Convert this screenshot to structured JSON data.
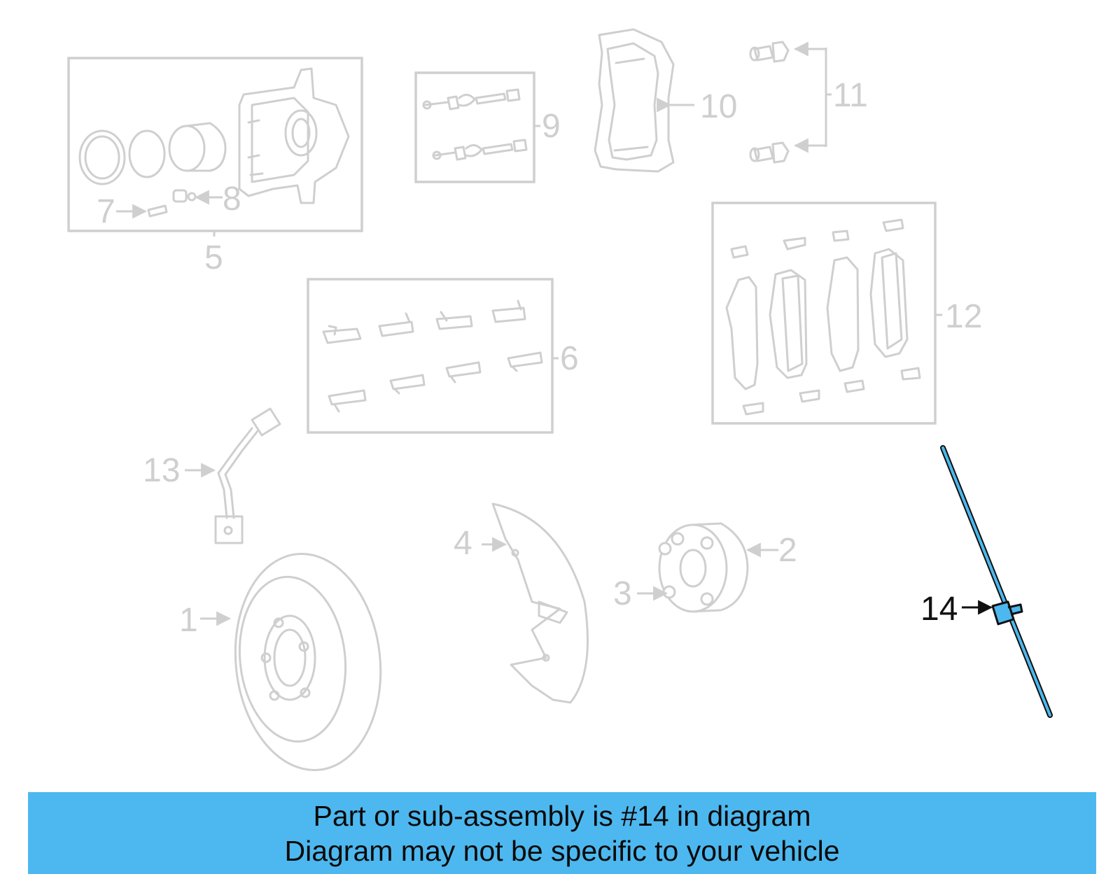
{
  "callouts": {
    "c1": "1",
    "c2": "2",
    "c3": "3",
    "c4": "4",
    "c5": "5",
    "c6": "6",
    "c7": "7",
    "c8": "8",
    "c9": "9",
    "c10": "10",
    "c11": "11",
    "c12": "12",
    "c13": "13",
    "c14": "14"
  },
  "highlighted_part": "14",
  "colors": {
    "banner": "#4db8ef",
    "highlight": "#4db8ef",
    "faded": "#cfcfcf",
    "active_text": "#111111"
  },
  "banner": {
    "line1": "Part or sub-assembly is #14 in diagram",
    "line2": "Diagram may not be specific to your vehicle"
  }
}
